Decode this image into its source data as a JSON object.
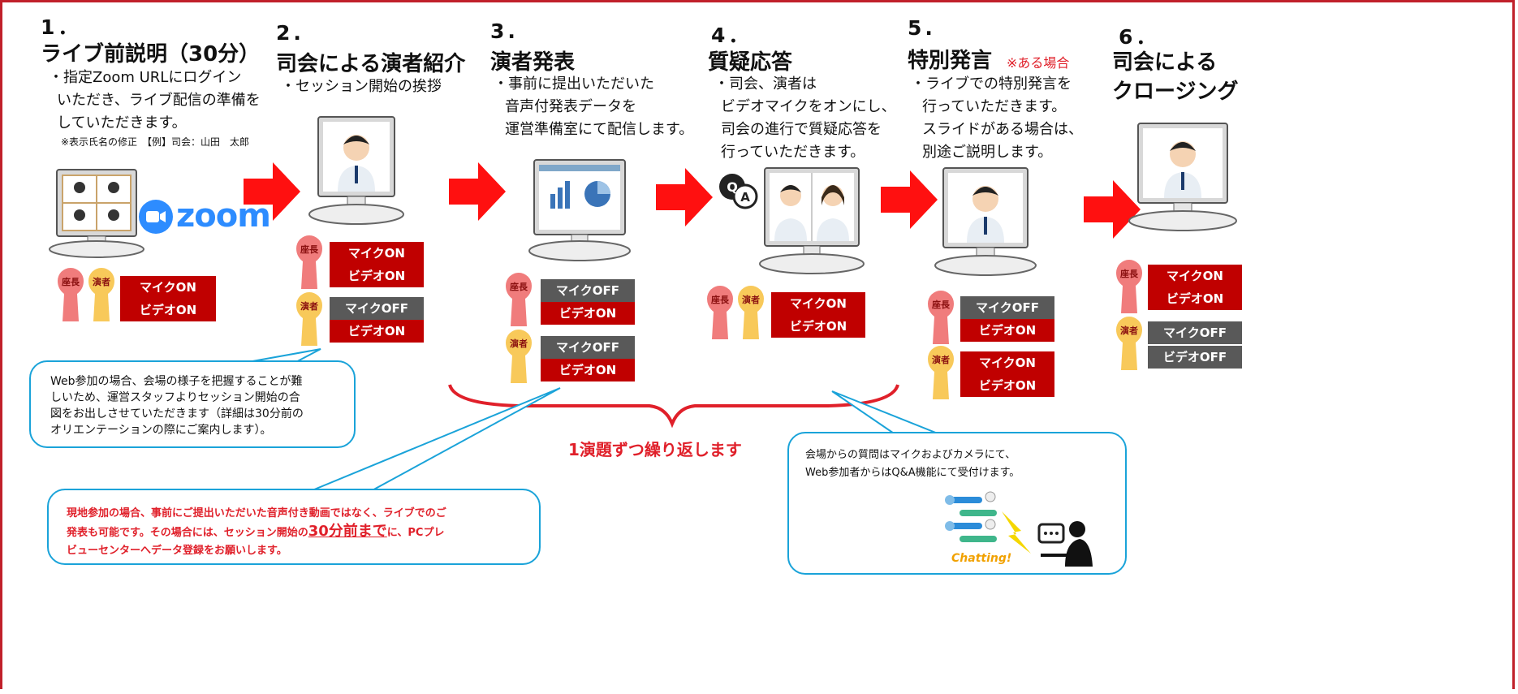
{
  "steps": [
    {
      "num": "1．",
      "title": "ライブ前説明（30分）",
      "desc": [
        "・指定Zoom URLにログイン",
        "いただき、ライブ配信の準備を",
        "していただきます。"
      ],
      "note": "※表示氏名の修正　【例】司会：山田　太郎",
      "zoom_logo": "zoom"
    },
    {
      "num": "2.",
      "title": "司会による演者紹介",
      "desc": [
        "・セッション開始の挨拶"
      ]
    },
    {
      "num": "3.",
      "title": "演者発表",
      "desc": [
        "・事前に提出いただいた",
        "音声付発表データを",
        "運営準備室にて配信します。"
      ]
    },
    {
      "num": "4．",
      "title": "質疑応答",
      "desc": [
        "・司会、演者は",
        "ビデオマイクをオンにし、",
        "司会の進行で質疑応答を",
        "行っていただきます。"
      ]
    },
    {
      "num": "5.",
      "title": "特別発言",
      "title_note": "※ある場合",
      "desc": [
        "・ライブでの特別発言を",
        "行っていただきます。",
        "スライドがある場合は、",
        "別途ご説明します。"
      ]
    },
    {
      "num": "6．",
      "title": [
        "司会による",
        "クロージング"
      ]
    }
  ],
  "roles": {
    "chair": "座長",
    "speaker": "演者"
  },
  "tags": {
    "mic_on": "マイクON",
    "mic_off": "マイクOFF",
    "video_on": "ビデオON",
    "video_off": "ビデオOFF"
  },
  "repeat_label": "1演題ずつ繰り返します",
  "bubble_web": [
    "Web参加の場合、会場の様子を把握することが難",
    "しいため、運営スタッフよりセッション開始の合",
    "図をお出しさせていただきます（詳細は30分前の",
    "オリエンテーションの際にご案内します）。"
  ],
  "bubble_onsite": {
    "l1": "現地参加の場合、事前にご提出いただいた音声付き動画ではなく、ライブでのご",
    "l2a": "発表も可能です。その場合には、セッション開始の",
    "l2b": "30分前まで",
    "l2c": "に、PCプレ",
    "l3": "ビューセンターへデータ登録をお願いします。"
  },
  "bubble_qa": [
    "会場からの質問はマイクおよびカメラにて、",
    "Web参加者からはQ&A機能にて受付けます。"
  ],
  "chatting": "Chatting!",
  "qa_letters": [
    "Q",
    "A"
  ],
  "colors": {
    "accent": "#e0202a",
    "on": "#c00000",
    "off": "#595959",
    "bubble_border": "#1aa3d9",
    "chair": "#f07c7c",
    "speaker": "#f8c95a"
  }
}
